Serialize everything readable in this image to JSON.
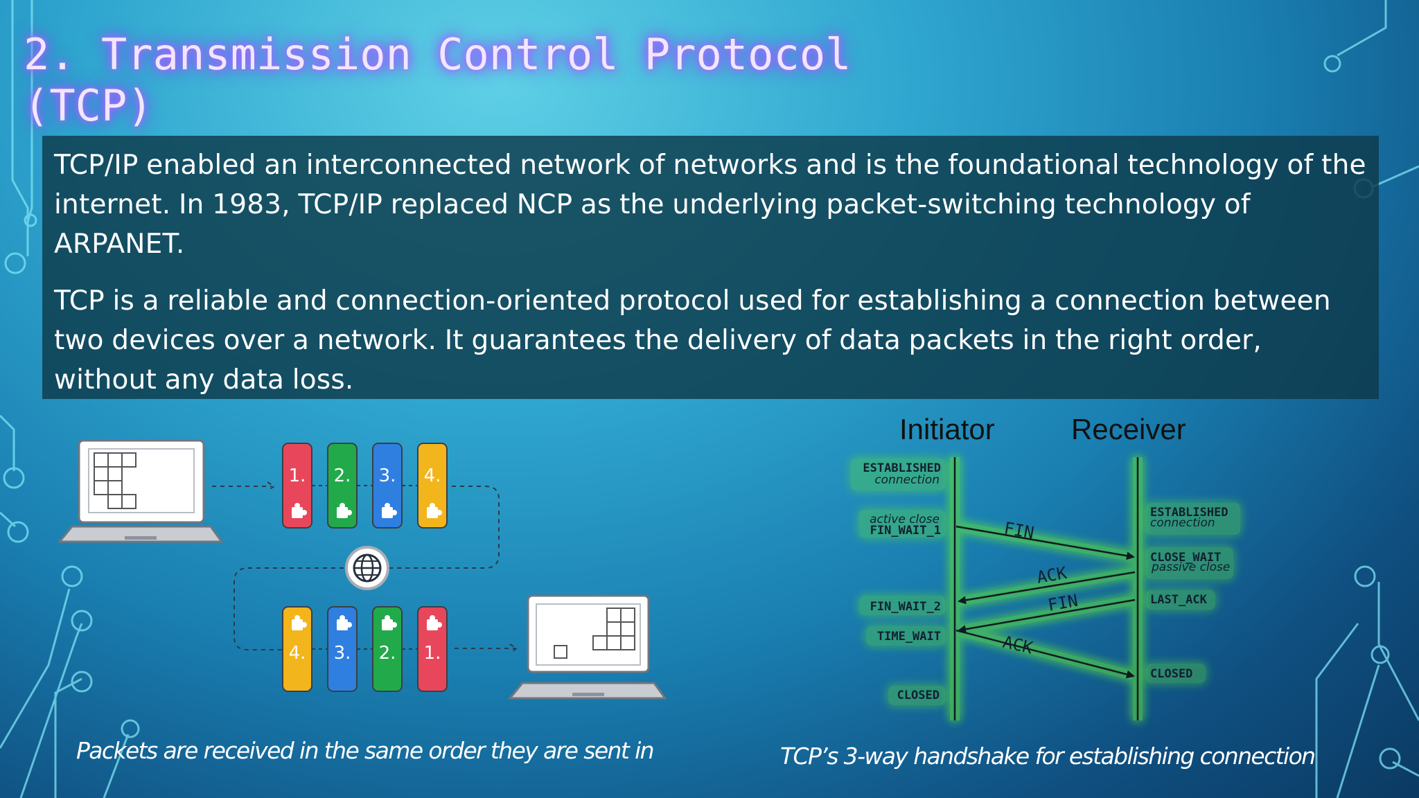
{
  "slide": {
    "title_line1": "2. Transmission Control Protocol",
    "title_line2": "(TCP)",
    "paragraphs": [
      "TCP/IP enabled an interconnected network of networks and is the foundational technology of the internet. In 1983, TCP/IP replaced NCP as the underlying packet-switching technology of ARPANET.",
      "TCP is a reliable and connection-oriented protocol used for establishing a connection between two devices over a network. It guarantees the delivery of data packets in the right order, without any data loss."
    ]
  },
  "packet_figure": {
    "sent_order": [
      "1.",
      "2.",
      "3.",
      "4."
    ],
    "received_order": [
      "4.",
      "3.",
      "2.",
      "1."
    ],
    "card_colors": {
      "1.": "#e8475b",
      "2.": "#22aa4a",
      "3.": "#2f7fe0",
      "4.": "#f3b51c"
    },
    "icons": [
      "laptop-sender-icon",
      "laptop-receiver-icon",
      "globe-icon",
      "puzzle-icon"
    ],
    "caption": "Packets are received in the same order they are sent in"
  },
  "handshake_figure": {
    "initiator_label": "Initiator",
    "receiver_label": "Receiver",
    "initiator_states": [
      {
        "state": "ESTABLISHED",
        "note": "connection"
      },
      {
        "state": "FIN_WAIT_1",
        "note": "active close"
      },
      {
        "state": "FIN_WAIT_2",
        "note": ""
      },
      {
        "state": "TIME_WAIT",
        "note": ""
      },
      {
        "state": "CLOSED",
        "note": ""
      }
    ],
    "receiver_states": [
      {
        "state": "ESTABLISHED",
        "note": "connection"
      },
      {
        "state": "CLOSE_WAIT",
        "note": "passive close"
      },
      {
        "state": "LAST_ACK",
        "note": ""
      },
      {
        "state": "CLOSED",
        "note": ""
      }
    ],
    "messages": [
      "FIN",
      "ACK",
      "FIN",
      "ACK"
    ],
    "glow_color": "#5ee23a",
    "caption": "TCP’s 3-way handshake for establishing connection"
  }
}
